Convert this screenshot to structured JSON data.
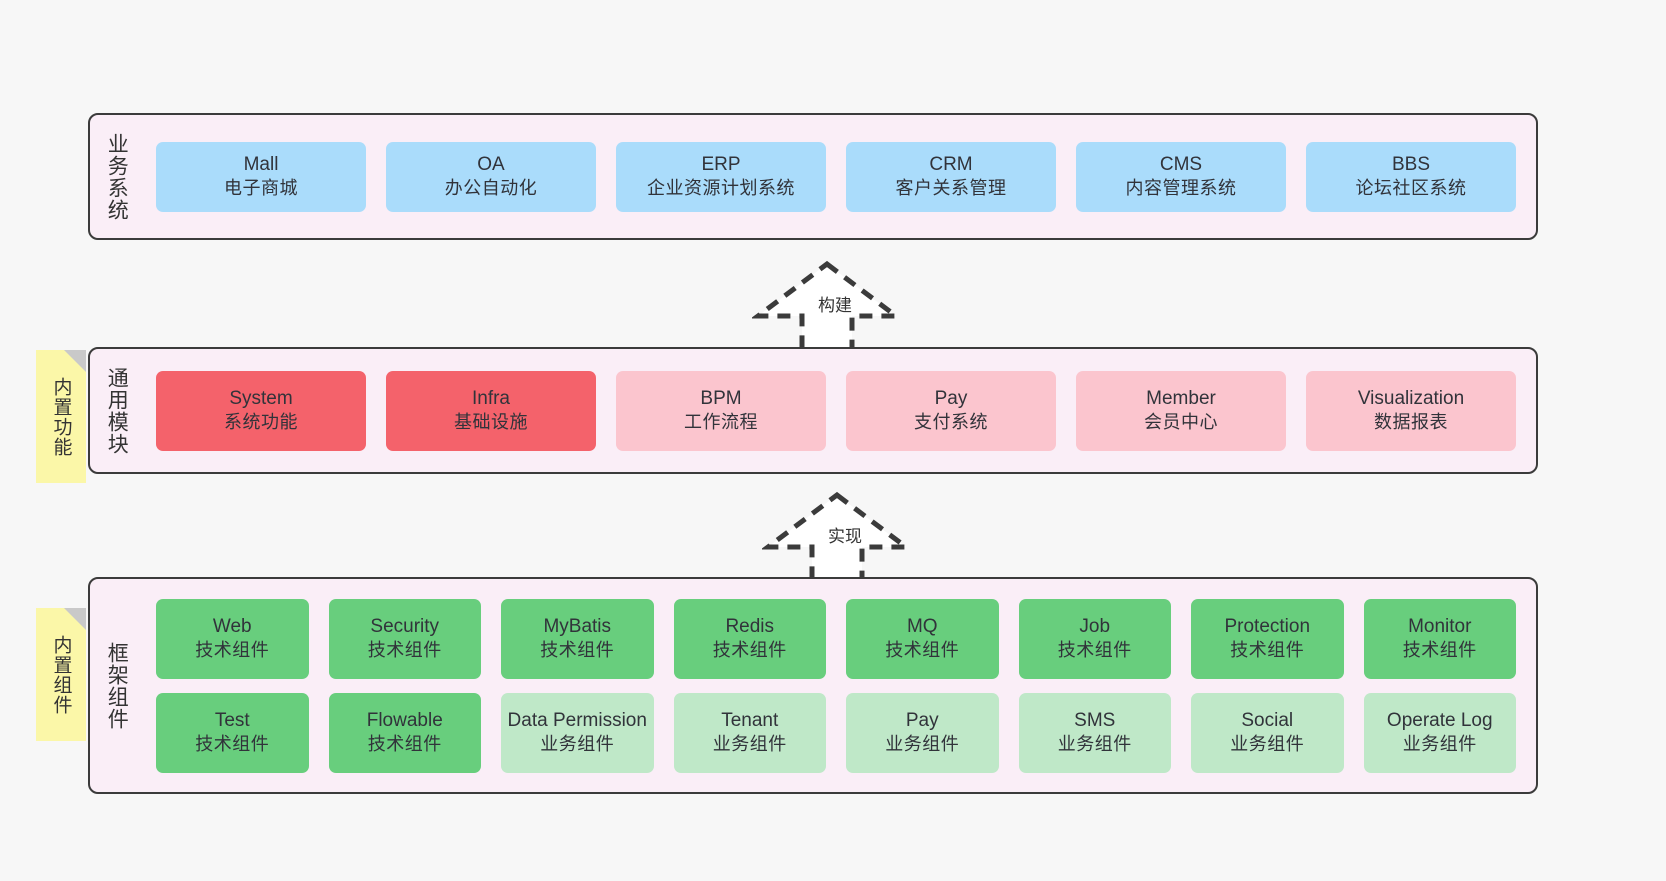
{
  "layers": [
    {
      "id": "business",
      "title": "业务系统",
      "rows": [
        {
          "nodes": [
            {
              "en": "Mall",
              "cn": "电子商城",
              "color": "blue"
            },
            {
              "en": "OA",
              "cn": "办公自动化",
              "color": "blue"
            },
            {
              "en": "ERP",
              "cn": "企业资源计划系统",
              "color": "blue"
            },
            {
              "en": "CRM",
              "cn": "客户关系管理",
              "color": "blue"
            },
            {
              "en": "CMS",
              "cn": "内容管理系统",
              "color": "blue"
            },
            {
              "en": "BBS",
              "cn": "论坛社区系统",
              "color": "blue"
            }
          ]
        }
      ]
    },
    {
      "id": "modules",
      "title": "通用模块",
      "rows": [
        {
          "nodes": [
            {
              "en": "System",
              "cn": "系统功能",
              "color": "red"
            },
            {
              "en": "Infra",
              "cn": "基础设施",
              "color": "red"
            },
            {
              "en": "BPM",
              "cn": "工作流程",
              "color": "pink"
            },
            {
              "en": "Pay",
              "cn": "支付系统",
              "color": "pink"
            },
            {
              "en": "Member",
              "cn": "会员中心",
              "color": "pink"
            },
            {
              "en": "Visualization",
              "cn": "数据报表",
              "color": "pink"
            }
          ]
        }
      ]
    },
    {
      "id": "framework",
      "title": "框架组件",
      "rows": [
        {
          "nodes": [
            {
              "en": "Web",
              "cn": "技术组件",
              "color": "green"
            },
            {
              "en": "Security",
              "cn": "技术组件",
              "color": "green"
            },
            {
              "en": "MyBatis",
              "cn": "技术组件",
              "color": "green"
            },
            {
              "en": "Redis",
              "cn": "技术组件",
              "color": "green"
            },
            {
              "en": "MQ",
              "cn": "技术组件",
              "color": "green"
            },
            {
              "en": "Job",
              "cn": "技术组件",
              "color": "green"
            },
            {
              "en": "Protection",
              "cn": "技术组件",
              "color": "green"
            },
            {
              "en": "Monitor",
              "cn": "技术组件",
              "color": "green"
            }
          ]
        },
        {
          "nodes": [
            {
              "en": "Test",
              "cn": "技术组件",
              "color": "green"
            },
            {
              "en": "Flowable",
              "cn": "技术组件",
              "color": "green"
            },
            {
              "en": "Data Permission",
              "cn": "业务组件",
              "color": "lgreen"
            },
            {
              "en": "Tenant",
              "cn": "业务组件",
              "color": "lgreen"
            },
            {
              "en": "Pay",
              "cn": "业务组件",
              "color": "lgreen"
            },
            {
              "en": "SMS",
              "cn": "业务组件",
              "color": "lgreen"
            },
            {
              "en": "Social",
              "cn": "业务组件",
              "color": "lgreen"
            },
            {
              "en": "Operate Log",
              "cn": "业务组件",
              "color": "lgreen"
            }
          ]
        }
      ]
    }
  ],
  "stickies": [
    {
      "id": "modules",
      "text": "内置功能"
    },
    {
      "id": "framework",
      "text": "内置组件"
    }
  ],
  "arrows": [
    {
      "id": "build",
      "label": "构建"
    },
    {
      "id": "impl",
      "label": "实现"
    }
  ],
  "colors": {
    "layer_background": "#faeef7",
    "layer_border": "#3b3b3b",
    "blue": "#aadcfb",
    "red": "#f4626b",
    "pink": "#fbc5ce",
    "green": "#68ce7d",
    "light_green": "#bfe8c8",
    "sticky": "#fbf7a8",
    "canvas": "#f7f7f7"
  }
}
